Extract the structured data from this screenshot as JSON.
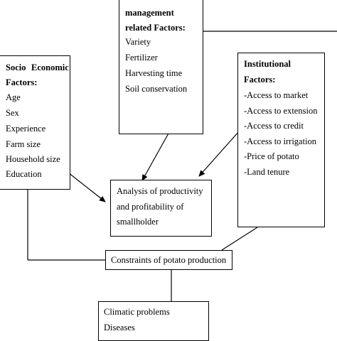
{
  "management_box": {
    "heading_line1": "management",
    "heading_line2": "related Factors:",
    "items": [
      "Variety",
      "Fertilizer",
      "Harvesting time",
      "Soil conservation"
    ]
  },
  "socio_box": {
    "heading_line1": "Socio",
    "heading_line1b": "Economic",
    "heading_line2": "Factors:",
    "items": [
      "Age",
      "Sex",
      "Experience",
      "Farm size",
      "Household size",
      "Education"
    ]
  },
  "institutional_box": {
    "heading_line1": "Institutional",
    "heading_line2": "Factors:",
    "items": [
      "-Access to market",
      "-Access to extension",
      "-Access to credit",
      "-Access to irrigation",
      "-Price of potato",
      "-Land tenure"
    ]
  },
  "analysis_box": {
    "lines": [
      "Analysis of productivity",
      "and profitability of",
      "smallholder"
    ]
  },
  "constraints_box": {
    "label": "Constraints of potato production"
  },
  "problems_box": {
    "items": [
      "Climatic problems",
      "Diseases"
    ]
  }
}
